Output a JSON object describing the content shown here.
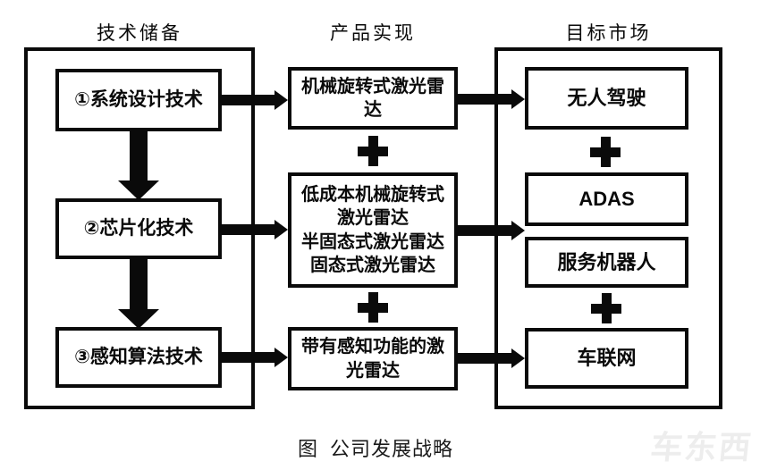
{
  "page": {
    "background": "#ffffff",
    "ink": "#0a0a0a",
    "watermark_color": "#ededed"
  },
  "tech": {
    "header": "技术储备",
    "boxes": [
      "①系统设计技术",
      "②芯片化技术",
      "③感知算法技术"
    ]
  },
  "product": {
    "header": "产品实现",
    "boxes": [
      {
        "lines": [
          "机械旋转式激光雷达"
        ]
      },
      {
        "lines": [
          "低成本机械旋转式激光雷达",
          "半固态式激光雷达",
          "固态式激光雷达"
        ]
      },
      {
        "lines": [
          "带有感知功能的激光雷达"
        ]
      }
    ]
  },
  "market": {
    "header": "目标市场",
    "boxes": [
      "无人驾驶",
      "ADAS",
      "服务机器人",
      "车联网"
    ]
  },
  "caption": "图  公司发展战略",
  "watermark": "车东西"
}
